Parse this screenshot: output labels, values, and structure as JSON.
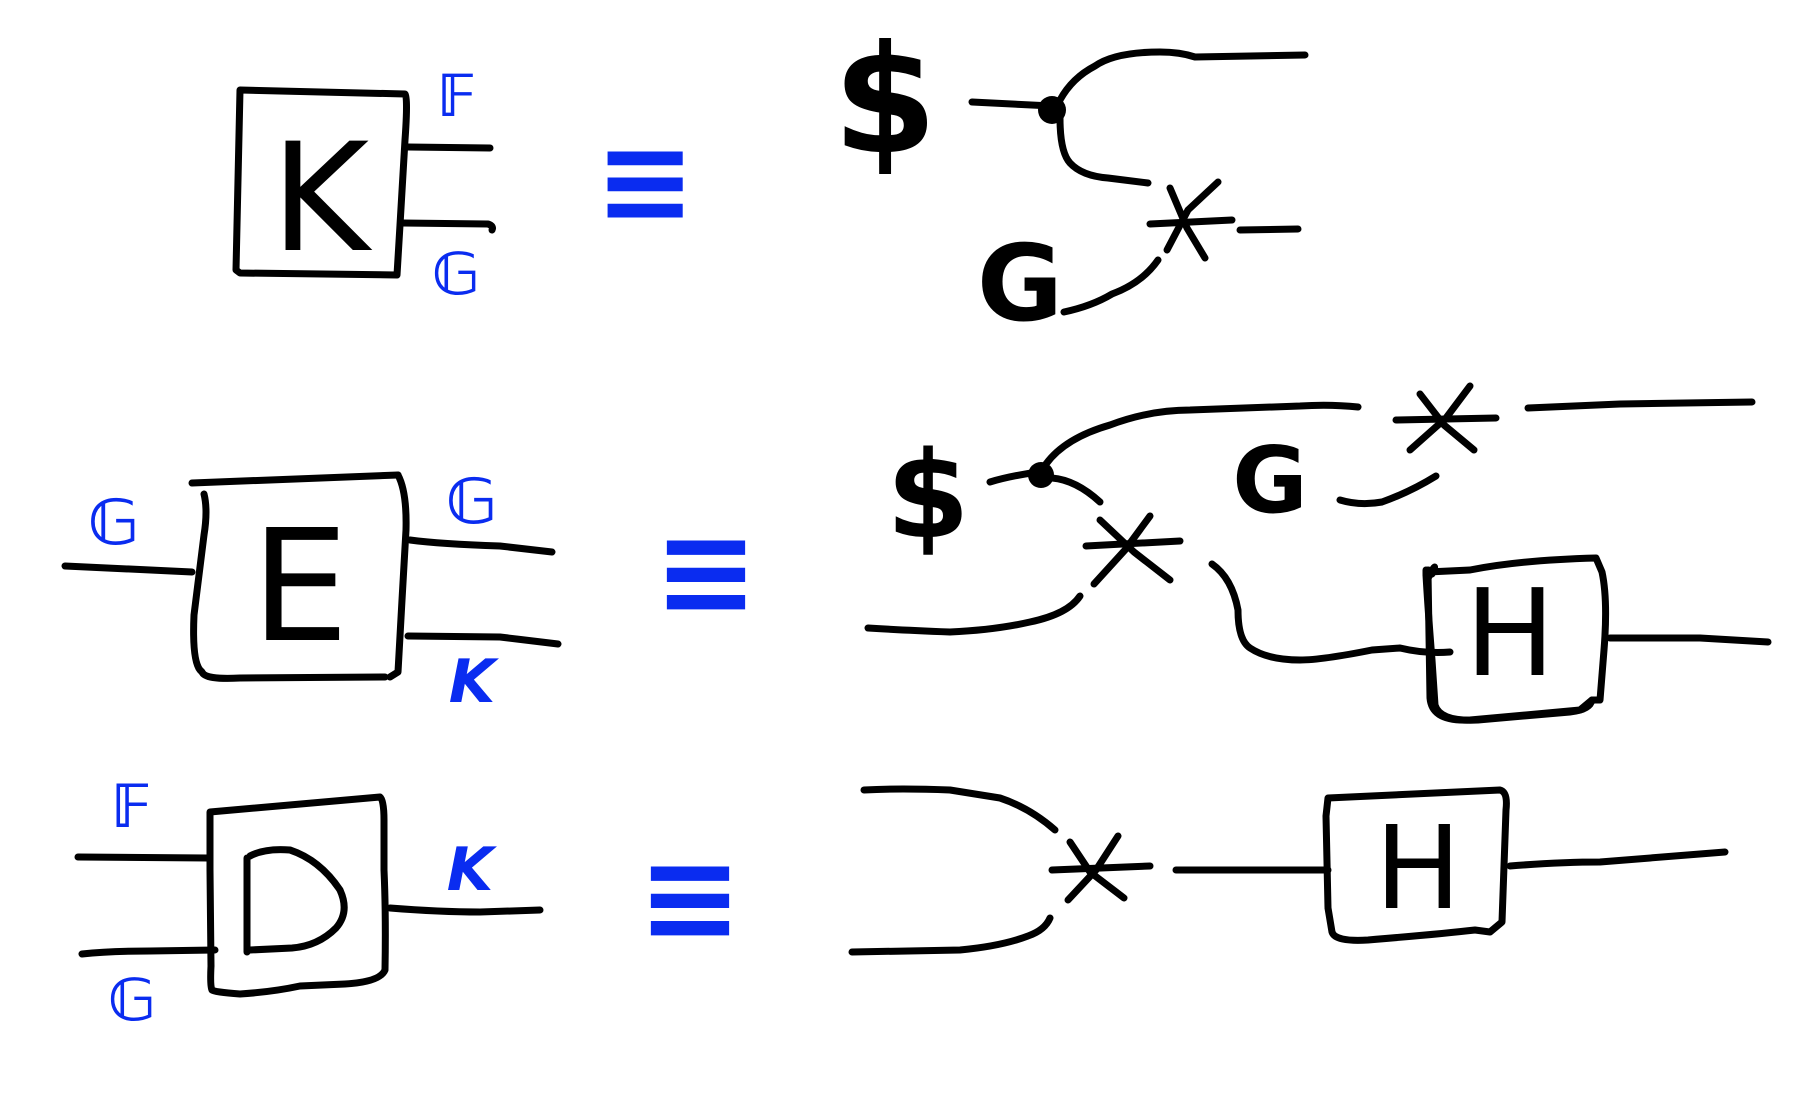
{
  "colors": {
    "ink": "#000000",
    "accent": "#0a2cf0",
    "background": "#ffffff"
  },
  "rows": [
    {
      "box_label": "K",
      "output_labels": [
        "𝔽",
        "𝔾"
      ],
      "equals_symbol": "≡",
      "rhs_glyphs": [
        "$",
        "G"
      ]
    },
    {
      "box_label": "E",
      "input_labels": [
        "𝔾"
      ],
      "output_labels": [
        "𝔾",
        "K"
      ],
      "equals_symbol": "≡",
      "rhs_glyphs": [
        "$",
        "G"
      ],
      "rhs_box_label": "H"
    },
    {
      "box_label": "D",
      "input_labels": [
        "𝔽",
        "𝔾"
      ],
      "output_labels": [
        "K"
      ],
      "equals_symbol": "≡",
      "rhs_box_label": "H"
    }
  ]
}
